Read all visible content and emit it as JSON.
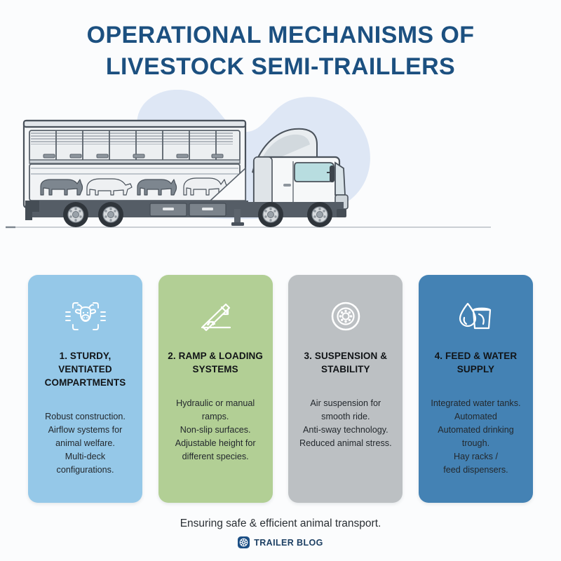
{
  "theme": {
    "page_background": "#fbfcfd",
    "title_color": "#1c5080",
    "blob_color": "#dce6f4",
    "heading_color": "#111417",
    "body_color": "#23282d",
    "brand_color": "#1c3f63"
  },
  "title": {
    "line1": "Operational Mechanisms of",
    "line2": "Livestock Semi-Traillers"
  },
  "hero": {
    "icon": "livestock-semi-trailer-illustration",
    "description": "Side view of a white livestock semi-trailer truck with a two-deck ventilated trailer",
    "animals": [
      "cow",
      "pig",
      "cow",
      "sheep"
    ],
    "blob": "background-cloud-blob"
  },
  "cards": [
    {
      "icon": "cow-head-ventilation-icon",
      "heading": "1. Sturdy, Ventiated Compartments",
      "body": "Robust construction.\nAirflow systems for\nanimal welfare.\nMulti-deck\nconfigurations.",
      "color": "#95c8e8"
    },
    {
      "icon": "loading-ramp-icon",
      "heading": "2. Ramp & Loading Systems",
      "body": "Hydraulic or manual\nramps.\nNon-slip surfaces.\nAdjustable height for\ndifferent species.",
      "color": "#b2cf95"
    },
    {
      "icon": "wheel-suspension-icon",
      "heading": "3. Suspension & Stability",
      "body": "Air suspension for\nsmooth ride.\nAnti-sway technology.\nReduced animal stress.",
      "color": "#bcc0c3"
    },
    {
      "icon": "water-droplet-feed-bucket-icon",
      "heading": "4. Feed & Water Supply",
      "body": "Integrated water tanks.\nAutomated\nAutomated drinking trough.\nHay racks /\nfeed dispensers.",
      "color": "#4482b4"
    }
  ],
  "footer": {
    "tagline": "Ensuring safe & efficient animal transport.",
    "brand_icon": "trailer-wheel-logo-icon",
    "brand_name": "Trailer Blog"
  }
}
